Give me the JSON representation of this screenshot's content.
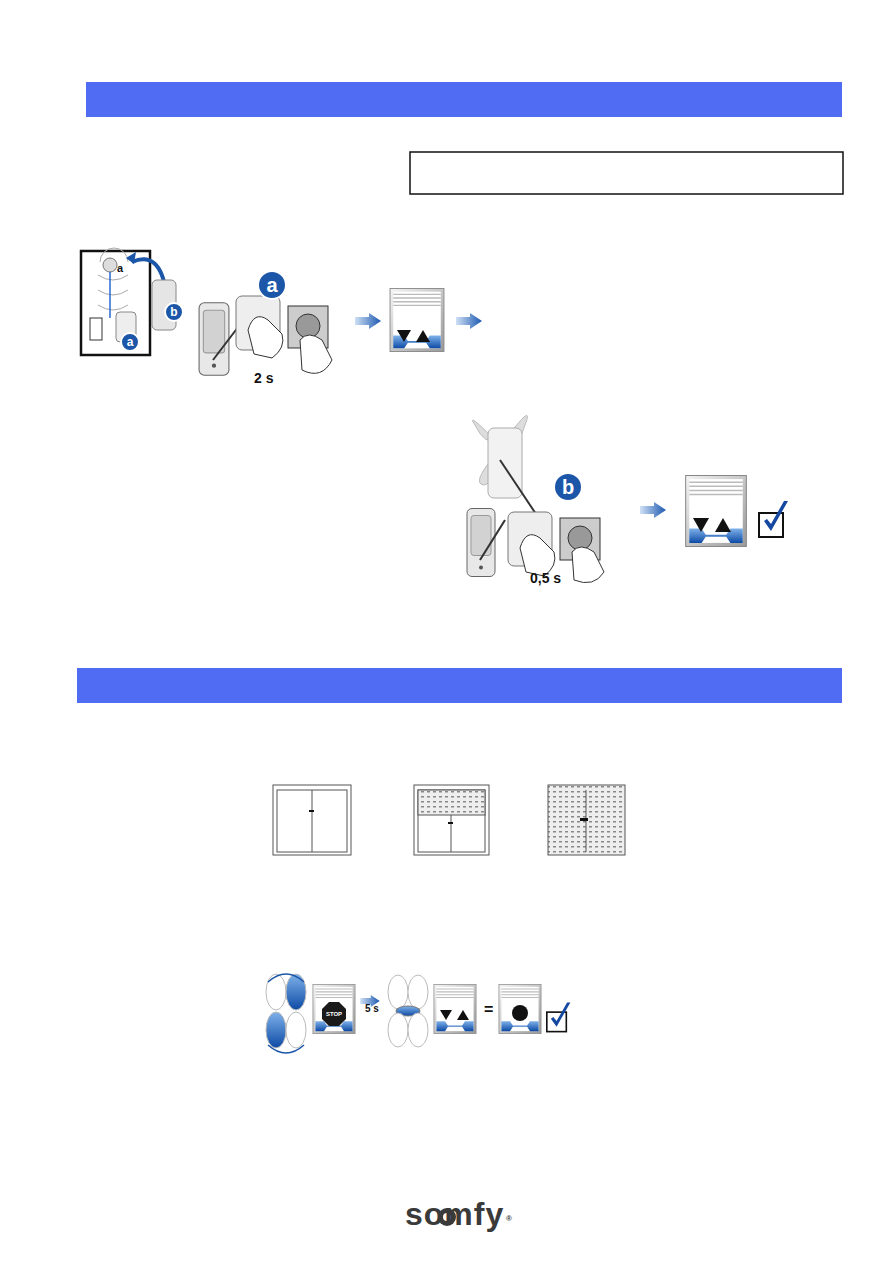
{
  "diagram": {
    "nodes": [
      {
        "text": [
          "b"
        ]
      },
      {
        "text": [
          "a"
        ]
      },
      {
        "text": [
          "a"
        ]
      },
      {
        "text": [
          "b"
        ]
      },
      {
        "text": [
          "STOP"
        ]
      }
    ],
    "labels": [
      "a",
      "2 s",
      "0,5 s",
      "5 s",
      "=",
      "somfy",
      "®"
    ]
  }
}
